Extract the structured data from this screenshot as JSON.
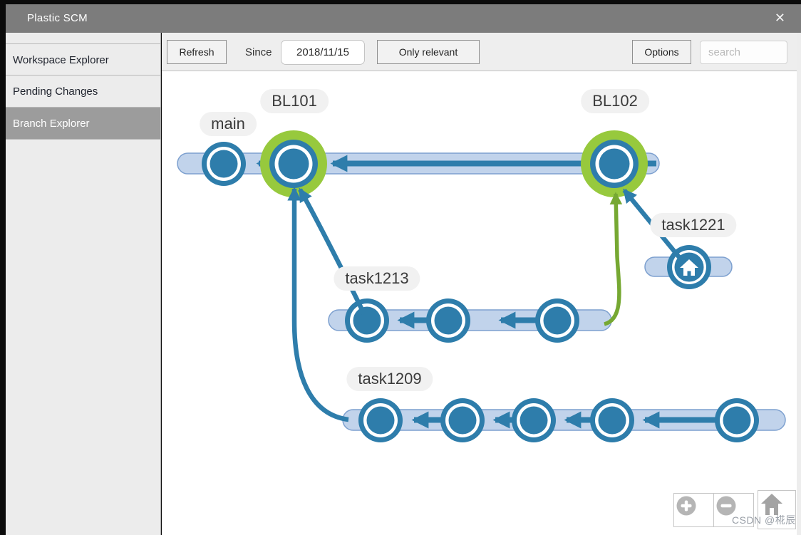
{
  "window": {
    "title": "Plastic SCM",
    "close_glyph": "✕"
  },
  "sidebar": {
    "items": [
      {
        "id": "workspace-explorer",
        "label": "Workspace Explorer",
        "selected": false
      },
      {
        "id": "pending-changes",
        "label": "Pending Changes",
        "selected": false
      },
      {
        "id": "branch-explorer",
        "label": "Branch Explorer",
        "selected": true
      }
    ]
  },
  "toolbar": {
    "refresh_label": "Refresh",
    "since_label": "Since",
    "since_value": "2018/11/15",
    "only_relevant_label": "Only relevant",
    "options_label": "Options",
    "search_placeholder": "search"
  },
  "diagram": {
    "branches": [
      {
        "name": "main",
        "changesets": 1,
        "highlighted": false
      },
      {
        "name": "BL101",
        "changesets": 1,
        "highlighted": true
      },
      {
        "name": "BL102",
        "changesets": 1,
        "highlighted": true
      },
      {
        "name": "task1221",
        "changesets": 1,
        "highlighted": false,
        "workspace_home": true
      },
      {
        "name": "task1213",
        "changesets": 3,
        "highlighted": false
      },
      {
        "name": "task1209",
        "changesets": 5,
        "highlighted": false
      }
    ],
    "links": [
      {
        "from": "BL102",
        "to": "BL101",
        "type": "changeset-link"
      },
      {
        "from": "BL101",
        "to": "main",
        "type": "changeset-link"
      },
      {
        "from": "task1213",
        "to": "BL101",
        "type": "branch-origin"
      },
      {
        "from": "task1209",
        "to": "BL101",
        "type": "branch-origin"
      },
      {
        "from": "task1213",
        "to": "BL102",
        "type": "merge"
      },
      {
        "from": "task1221",
        "to": "BL102",
        "type": "branch-origin"
      }
    ]
  },
  "zoom_controls": {
    "zoom_in_icon": "plus-circle-icon",
    "zoom_out_icon": "minus-circle-icon",
    "home_icon": "home-icon"
  },
  "watermark": "CSDN @椛辰",
  "colors": {
    "node_blue": "#2e7dab",
    "track_blue": "#c1d3eb",
    "track_border": "#7da0cf",
    "highlight_green": "#97c93d",
    "merge_green": "#76a832",
    "titlebar_gray": "#7c7c7c"
  }
}
